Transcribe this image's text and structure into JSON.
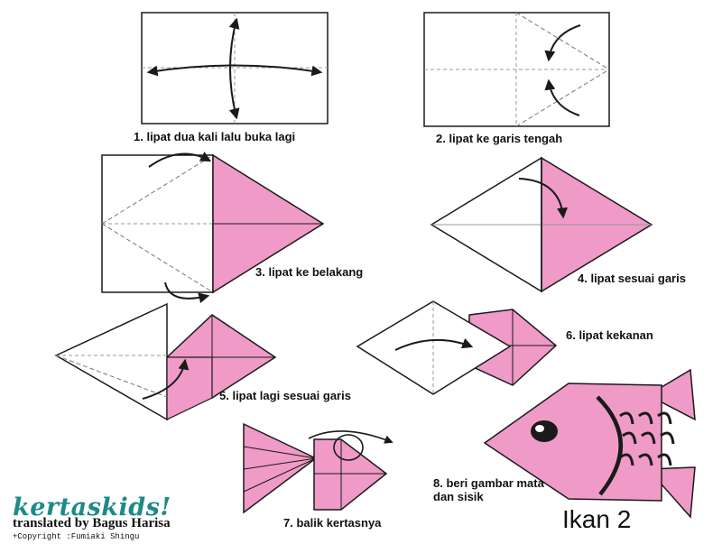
{
  "colors": {
    "pink": "#ef9ac7",
    "line": "#1a1a1a",
    "fold": "#999999",
    "brand": "#1e8a86"
  },
  "steps": [
    {
      "caption": "1. lipat dua kali lalu buka lagi"
    },
    {
      "caption": "2. lipat ke garis tengah"
    },
    {
      "caption": "3. lipat ke belakang"
    },
    {
      "caption": "4. lipat sesuai garis"
    },
    {
      "caption": "5. lipat lagi sesuai garis"
    },
    {
      "caption": "6. lipat kekanan"
    },
    {
      "caption": "7. balik kertasnya"
    },
    {
      "caption": "8. beri gambar mata dan sisik"
    }
  ],
  "branding": {
    "logo": "kertaskids!",
    "translated": "translated by Bagus Harisa",
    "copyright": "+Copyright :Fumiaki Shingu"
  },
  "title": "Ikan 2",
  "icons": [
    "curved-arrow-icon",
    "rotate-arrow-icon",
    "fish-eye-icon"
  ]
}
